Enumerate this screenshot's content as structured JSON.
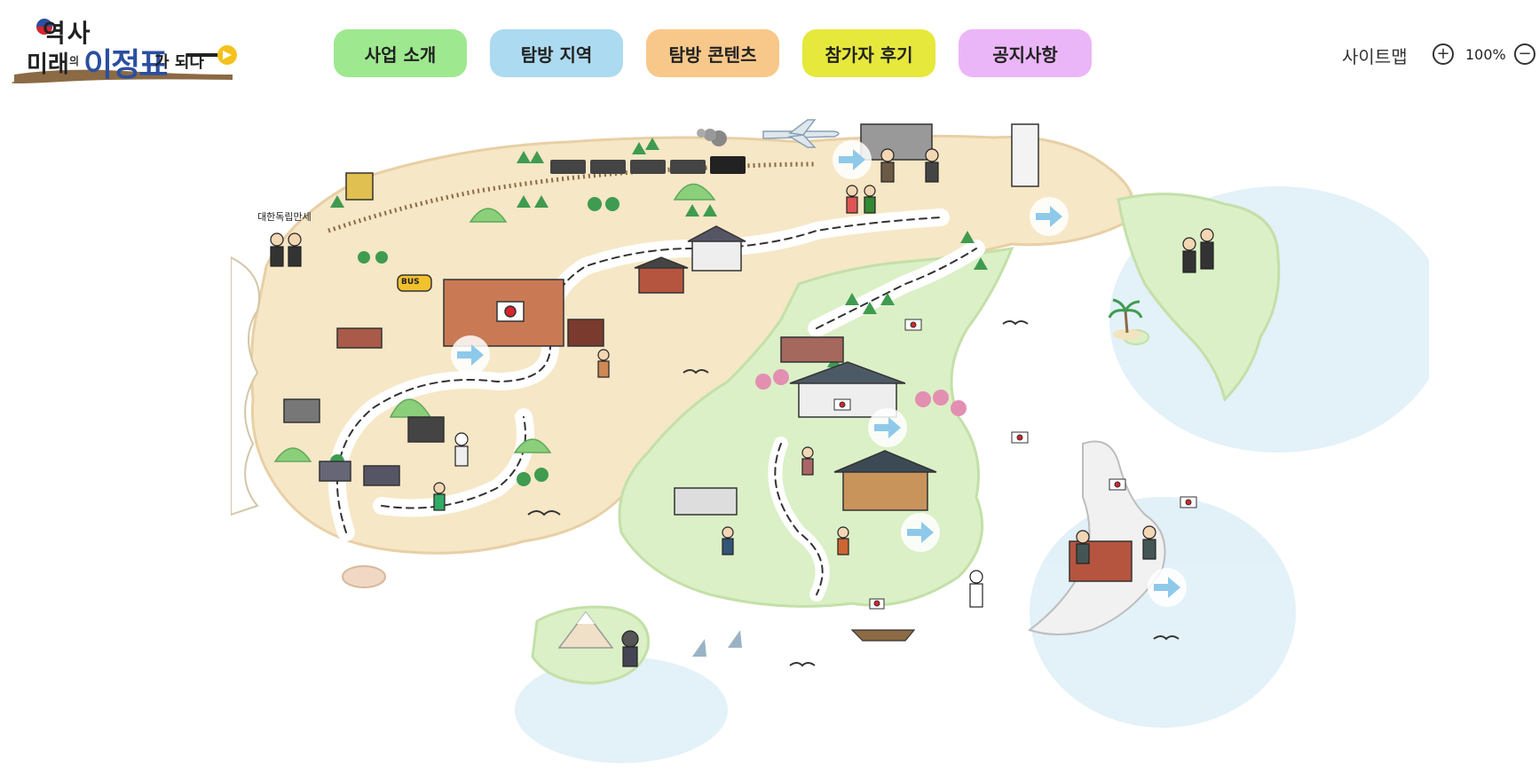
{
  "logo": {
    "line1": "역사",
    "line2a": "미래",
    "line2b": "의",
    "line2c": "이정표",
    "line2d": "가 되다"
  },
  "nav": [
    {
      "label": "사업 소개",
      "color": "#9ee88f"
    },
    {
      "label": "탐방 지역",
      "color": "#acdaf0"
    },
    {
      "label": "탐방 콘텐츠",
      "color": "#f8c88a"
    },
    {
      "label": "참가자 후기",
      "color": "#e6e83c"
    },
    {
      "label": "공지사항",
      "color": "#ebb6f7"
    }
  ],
  "utility": {
    "sitemap": "사이트맵",
    "zoom_in_icon": "plus-icon",
    "zoom_level": "100%",
    "zoom_out_icon": "minus-icon"
  },
  "map": {
    "sign_text": "대한독립만세",
    "bus_text": "BUS",
    "colors": {
      "land_beige": "#f6e7c6",
      "land_green": "#dbf0c6",
      "sea": "#cfe6f2",
      "road": "#ffffff",
      "arrow": "#8ec9ea"
    }
  }
}
